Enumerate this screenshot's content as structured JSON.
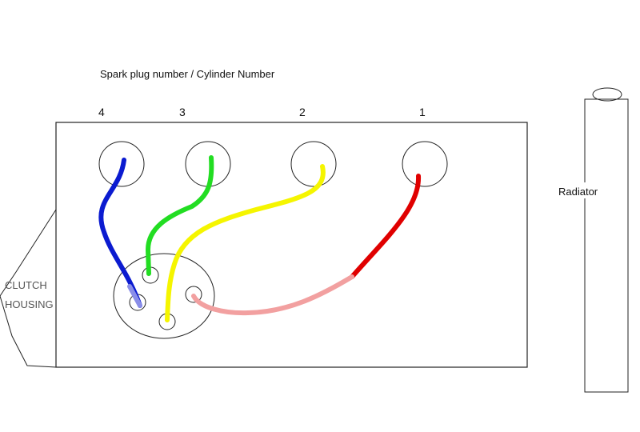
{
  "header_label": "Spark plug number / Cylinder Number",
  "cylinders": [
    {
      "number": "4",
      "wire_color": "#0b1bd0"
    },
    {
      "number": "3",
      "wire_color": "#22dd22"
    },
    {
      "number": "2",
      "wire_color": "#f5f500"
    },
    {
      "number": "1",
      "wire_color": "#e00000"
    }
  ],
  "distributor_terminal_wire_colors": [
    "#8a8ee8",
    "#22dd22",
    "#f5f500",
    "#f2a0a0"
  ],
  "clutch_housing_label": [
    "CLUTCH",
    "HOUSING"
  ],
  "radiator_label": "Radiator"
}
